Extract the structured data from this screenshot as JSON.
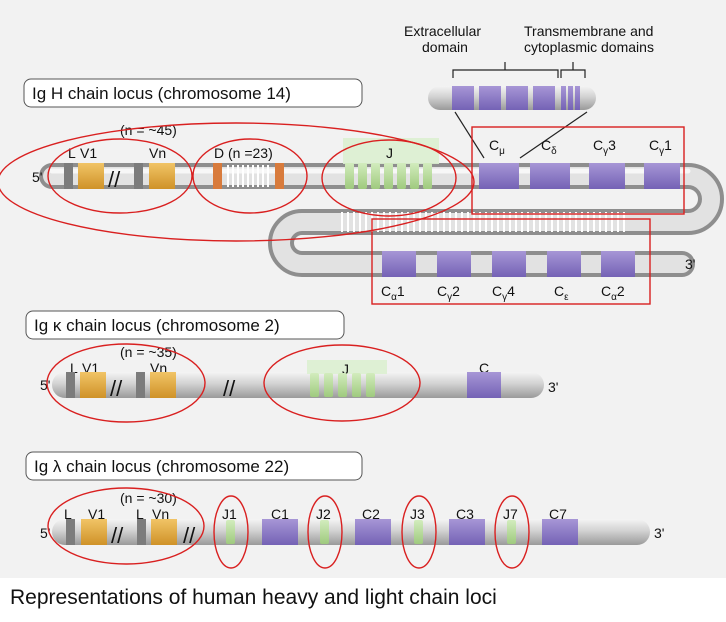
{
  "heavy": {
    "title": "Ig H chain locus (chromosome 14)",
    "v_count": "(n = ~45)",
    "l_label": "L",
    "v1": "V1",
    "vn": "Vn",
    "d_label": "D (n =23)",
    "j_label": "J",
    "five_prime": "5'",
    "three_prime": "3'",
    "extracellular": [
      "Extracellular",
      "domain"
    ],
    "transmembrane": [
      "Transmembrane and",
      "cytoplasmic domains"
    ],
    "upper_constants": [
      {
        "base": "C",
        "sub": "μ"
      },
      {
        "base": "C",
        "sub": "δ"
      },
      {
        "base": "C",
        "sub": "γ",
        "num": "3"
      },
      {
        "base": "C",
        "sub": "γ",
        "num": "1"
      }
    ],
    "lower_constants": [
      {
        "base": "C",
        "sub": "α",
        "num": "1"
      },
      {
        "base": "C",
        "sub": "γ",
        "num": "2"
      },
      {
        "base": "C",
        "sub": "γ",
        "num": "4"
      },
      {
        "base": "C",
        "sub": "ε"
      },
      {
        "base": "C",
        "sub": "α",
        "num": "2"
      }
    ]
  },
  "kappa": {
    "title": "Ig κ chain locus (chromosome 2)",
    "v_count": "(n = ~35)",
    "l_label": "L",
    "v1": "V1",
    "vn": "Vn",
    "j_label": "J",
    "c_label": "C",
    "five_prime": "5'",
    "three_prime": "3'"
  },
  "lambda": {
    "title": "Ig λ chain locus (chromosome 22)",
    "v_count": "(n = ~30)",
    "l_label": "L",
    "v1": "V1",
    "l2_label": "L",
    "vn": "Vn",
    "five_prime": "5'",
    "three_prime": "3'",
    "segments": [
      "J1",
      "C1",
      "J2",
      "C2",
      "J3",
      "C3",
      "J7",
      "C7"
    ]
  },
  "caption": "Representations of human heavy and light chain loci",
  "colors": {
    "v_segment": "#e6ad3c",
    "leader": "#7c7c7c",
    "d_segment": "#d87b3c",
    "j_segment": "#b9dd9a",
    "j_highlight": "#dcefd0",
    "constant": "#8f7cc8",
    "annotation": "#d92020",
    "chromosome": "#d6d6d6"
  }
}
